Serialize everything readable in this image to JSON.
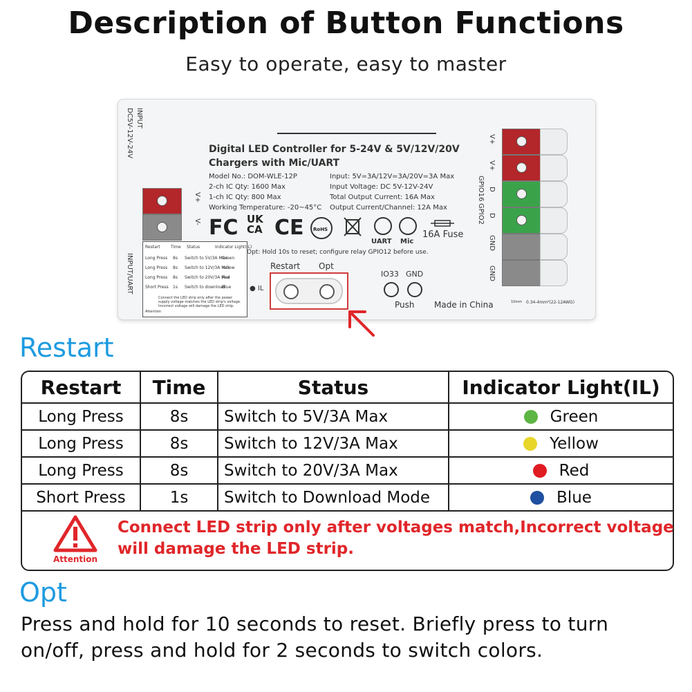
{
  "header": {
    "title": "Description of Button Functions",
    "subtitle": "Easy to operate, easy to master"
  },
  "device": {
    "input_label": "INPUT",
    "input_voltage_vert": "DC5V-12V-24V",
    "product_line1": "Digital LED Controller for 5-24V & 5V/12V/20V",
    "product_line2": "Chargers with Mic/UART",
    "model": "Model No.: DOM-WLE-12P",
    "ic2": "2-ch IC Qty: 1600 Max",
    "ic1": "1-ch IC Qty: 800 Max",
    "temp": "Working Temperature: -20~45°C",
    "usb_input": "Input: 5V=3A/12V=3A/20V=3A Max",
    "input_voltage": "Input Voltage: DC 5V-12V-24V",
    "total_current": "Total Output Current: 16A Max",
    "channel_current": "Output Current/Channel: 12A Max",
    "cert_fc": "FC",
    "cert_ukca": "UK CA",
    "cert_ce": "CE",
    "cert_rohs": "RoHS",
    "uart": "UART",
    "mic": "Mic",
    "fuse": "16A Fuse",
    "opt_note": "Opt: Hold 10s to reset; configure relay GPIO12 before use.",
    "input_uart_vert": "INPUT/UART",
    "il_label": "IL",
    "vplus_left": "V+",
    "vminus_left": "V-",
    "restart_btn": "Restart",
    "opt_btn": "Opt",
    "io33": "IO33",
    "gnd": "GND",
    "push": "Push",
    "made_in": "Made in China",
    "wire_spec": "0.34-4mm²(22-12AWG)",
    "wire_len": "10mm",
    "right_labels": [
      "V+",
      "V+",
      "D",
      "D",
      "GND",
      "GND"
    ],
    "gpio16": "GPIO16",
    "gpio2": "GPIO2",
    "mini_table": {
      "headers": [
        "Restart",
        "Time",
        "Status",
        "Indicator Light(IL)"
      ],
      "rows": [
        [
          "Long Press",
          "8s",
          "Switch to 5V/3A Max",
          "Green"
        ],
        [
          "Long Press",
          "8s",
          "Switch to 12V/3A Max",
          "Yellow"
        ],
        [
          "Long Press",
          "8s",
          "Switch to 20V/3A Max",
          "Red"
        ],
        [
          "Short Press",
          "1s",
          "Switch to download",
          "Blue"
        ]
      ],
      "note": "Connect the LED strip only after the power supply voltage matches the LED strip's voltage. Incorrect voltage will damage the LED strip.",
      "attention": "Attention"
    }
  },
  "restart": {
    "heading": "Restart",
    "headers": [
      "Restart",
      "Time",
      "Status",
      "Indicator Light(IL)"
    ],
    "rows": [
      {
        "action": "Long Press",
        "time": "8s",
        "status": "Switch to 5V/3A Max",
        "il": "Green",
        "color": "#5db544"
      },
      {
        "action": "Long Press",
        "time": "8s",
        "status": "Switch to 12V/3A Max",
        "il": "Yellow",
        "color": "#e8d62a"
      },
      {
        "action": "Long Press",
        "time": "8s",
        "status": "Switch to 20V/3A Max",
        "il": "Red",
        "color": "#e01b22"
      },
      {
        "action": "Short Press",
        "time": "1s",
        "status": "Switch to Download Mode",
        "il": "Blue",
        "color": "#1f4fa0"
      }
    ],
    "attention_label": "Attention",
    "warning_line1": "Connect LED strip only after voltages match,Incorrect voltage",
    "warning_line2": "will damage the LED strip."
  },
  "opt": {
    "heading": "Opt",
    "description": "Press and hold for 10 seconds to reset. Briefly press to turn on/off, press and hold for 2 seconds to switch colors."
  },
  "colors": {
    "accent_blue": "#1d9be0",
    "warning_red": "#e0262a",
    "terminal_red": "#b3262a",
    "terminal_green": "#3aa34a",
    "terminal_gray": "#8a8a8a"
  }
}
